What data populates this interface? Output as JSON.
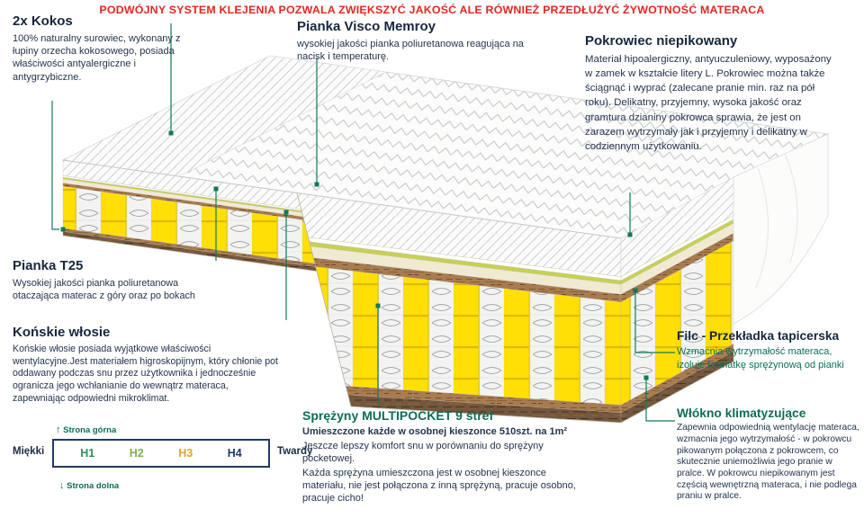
{
  "banner": {
    "text": "PODWÓJNY SYSTEM KLEJENIA POZWALA ZWIĘKSZYĆ JAKOŚĆ ALE RÓWNIEŻ PRZEDŁUŻYĆ ŻYWOTNOŚĆ MATERACA"
  },
  "sections": {
    "kokos": {
      "title": "2x Kokos",
      "body": "100% naturalny surowiec, wykonany z łupiny orzecha kokosowego, posiada właściwości antyalergiczne i antygrzybiczne."
    },
    "visco": {
      "title": "Pianka Visco Memroy",
      "body": "wysokiej jakości pianka poliuretanowa reagująca na nacisk i temperaturę."
    },
    "pokrowiec": {
      "title": "Pokrowiec niepikowany",
      "body": "Materiał hipoalergiczny, antyuczuleniowy, wyposażony w zamek w kształcie litery L. Pokrowiec można także ściągnąć i wyprać (zalecane pranie min. raz na pół roku). Delikatny, przyjemny, wysoka jakość oraz gramtura dzianiny pokrowca sprawia, że jest on zarazem wytrzymały jak i przyjemny i delikatny w codziennym użytkowaniu."
    },
    "t25": {
      "title": "Pianka T25",
      "body": "Wysokiej jakości pianka poliuretanowa otaczająca materac z góry oraz po bokach"
    },
    "wlosie": {
      "title": "Końskie włosie",
      "body": "Końskie włosie posiada wyjątkowe właściwości wentylacyjne.Jest materiałem higroskopijnym, który chłonie pot oddawany podczas snu przez użytkownika i jednocześnie ogranicza jego wchłanianie do wewnątrz materaca, zapewniając odpowiedni mikroklimat."
    },
    "sprezyny": {
      "title": "Sprężyny MULTIPOCKET 9 stref",
      "line1": "Umieszczone każde w osobnej kieszonce 510szt. na 1m²",
      "line2": "Jeszcze lepszy komfort snu w porównaniu do sprężyny pocketowej.",
      "line3": "Każda sprężyna umieszczona jest w osobnej kieszonce materiału, nie jest połączona z inną sprężyną, pracuje osobno, pracuje cicho!"
    },
    "filc": {
      "title": "Filc - Przekładka tapicerska",
      "body": "Wzmacnia wytrzymałość materaca, izoluje formatkę sprężynową od pianki"
    },
    "wlokno": {
      "title": "Włókno klimatyzujące",
      "body": "Zapewnia odpowiednią wentylację materaca, wzmacnia jego wytrzymałość - w pokrowcu pikowanym połączona z pokrowcem, co skutecznie uniemożliwia jego pranie w pralce. W pokrowcu niepikowanym jest częścią wewnętrzną materaca, i nie podlega praniu w pralce."
    }
  },
  "legend": {
    "top": "Strona górna",
    "bottom": "Strona dolna",
    "soft": "Miękki",
    "hard": "Twardy",
    "up_arrow": "↑",
    "down_arrow": "↓",
    "levels": [
      {
        "label": "H1",
        "color": "#2f8f5b"
      },
      {
        "label": "H2",
        "color": "#7cb342"
      },
      {
        "label": "H3",
        "color": "#dfa52f"
      },
      {
        "label": "H4",
        "color": "#1f3a70"
      }
    ]
  },
  "colors": {
    "accent_teal": "#10795E",
    "banner_red": "#E52620",
    "heading_navy": "#16273E",
    "body_navy": "#25344E",
    "spring_yellow": "#FFDF06",
    "wood_brown": "#A87C50",
    "foam_green": "#C6D153",
    "cream": "#F1EAD2"
  }
}
